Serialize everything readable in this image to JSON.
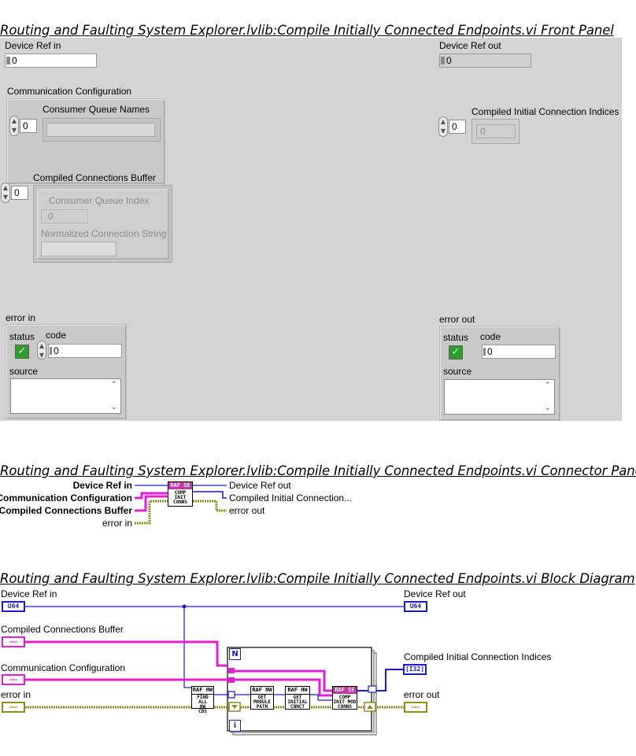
{
  "front_panel": {
    "title": "Routing and Faulting System Explorer.lvlib:Compile Initially Connected Endpoints.vi Front Panel",
    "device_ref_in": {
      "label": "Device Ref in",
      "value": "0"
    },
    "device_ref_out": {
      "label": "Device Ref out",
      "value": "0"
    },
    "comm_config": {
      "label": "Communication Configuration",
      "array_label": "Consumer Queue Names",
      "index": "0"
    },
    "compiled_indices": {
      "label": "Compiled Initial Connection Indices",
      "index": "0",
      "value": "0"
    },
    "compiled_buffer": {
      "label": "Compiled Connections Buffer",
      "index": "0",
      "queue_index_label": "Consumer Queue Index",
      "queue_index_value": "0",
      "normalized_label": "Normalized Connection String"
    },
    "error_in": {
      "label": "error in",
      "status_label": "status",
      "code_label": "code",
      "code_value": "0",
      "source_label": "source",
      "status_glyph": "✓"
    },
    "error_out": {
      "label": "error out",
      "status_label": "status",
      "code_label": "code",
      "code_value": "0",
      "source_label": "source",
      "status_glyph": "✓"
    }
  },
  "connector_pane": {
    "title": "Routing and Faulting System Explorer.lvlib:Compile Initially Connected Endpoints.vi Connector Pane",
    "inputs": [
      "Device Ref in",
      "Communication Configuration",
      "Compiled Connections Buffer",
      "error in"
    ],
    "outputs": [
      "Device Ref out",
      "Compiled Initial Connection...",
      "error out"
    ],
    "icon": {
      "header": "RAF SE",
      "lines": [
        "COMP",
        "INIT",
        "CONNS"
      ]
    }
  },
  "block_diagram": {
    "title": "Routing and Faulting System Explorer.lvlib:Compile Initially Connected Endpoints.vi Block Diagram",
    "labels": {
      "device_ref_in": "Device Ref in",
      "device_ref_out": "Device Ref out",
      "compiled_buffer": "Compiled Connections Buffer",
      "comm_config": "Communication Configuration",
      "error_in": "error in",
      "compiled_indices": "Compiled Initial Connection Indices",
      "error_out": "error out"
    },
    "terminals": {
      "u64": "U64",
      "i32": "[I32]"
    },
    "loop": {
      "n": "N",
      "i": "i"
    },
    "nodes": [
      {
        "header": "RAF HW",
        "lines": [
          "FIND ALL",
          "HW",
          "CDS"
        ]
      },
      {
        "header": "RAF HW",
        "lines": [
          "GET",
          "MODULE",
          "PATH"
        ]
      },
      {
        "header": "RAF HW",
        "lines": [
          "GET",
          "INITIAL",
          "CNNCT"
        ]
      },
      {
        "header": "RAF SE",
        "lines": [
          "COMP",
          "INIT MOD",
          "CONNS"
        ]
      }
    ]
  },
  "colors": {
    "panel": "#d4d4d4",
    "u64_wire": "#1c1cc8",
    "cluster_wire": "#e020d0",
    "error_wire": "#908c20",
    "raf_se": "#c038a8"
  }
}
